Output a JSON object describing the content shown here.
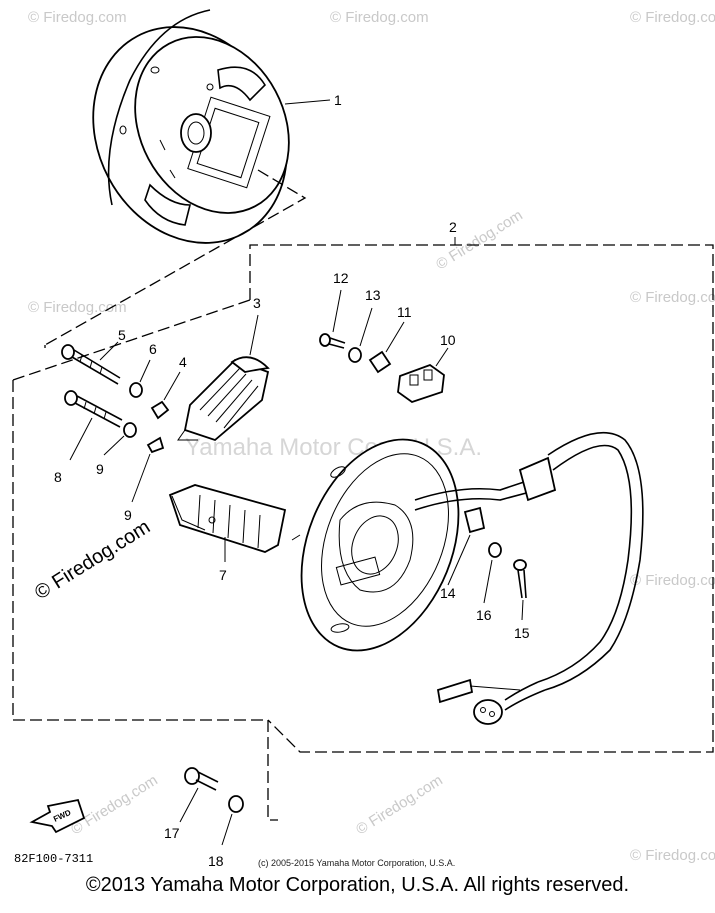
{
  "diagram": {
    "callouts": [
      "1",
      "2",
      "3",
      "4",
      "5",
      "6",
      "7",
      "8",
      "9",
      "10",
      "11",
      "12",
      "13",
      "14",
      "15",
      "16",
      "17",
      "18"
    ],
    "diagram_code": "82F100-7311",
    "fwd_label": "FWD",
    "center_watermark": "Yamaha Motor Corp, U.S.A.",
    "side_watermark": "© Firedog.com",
    "tile_watermark": "© Firedog.com",
    "small_copyright": "(c) 2005-2015 Yamaha Motor Corporation, U.S.A."
  },
  "footer": {
    "copyright": "©2013 Yamaha Motor Corporation, U.S.A. All rights reserved."
  }
}
